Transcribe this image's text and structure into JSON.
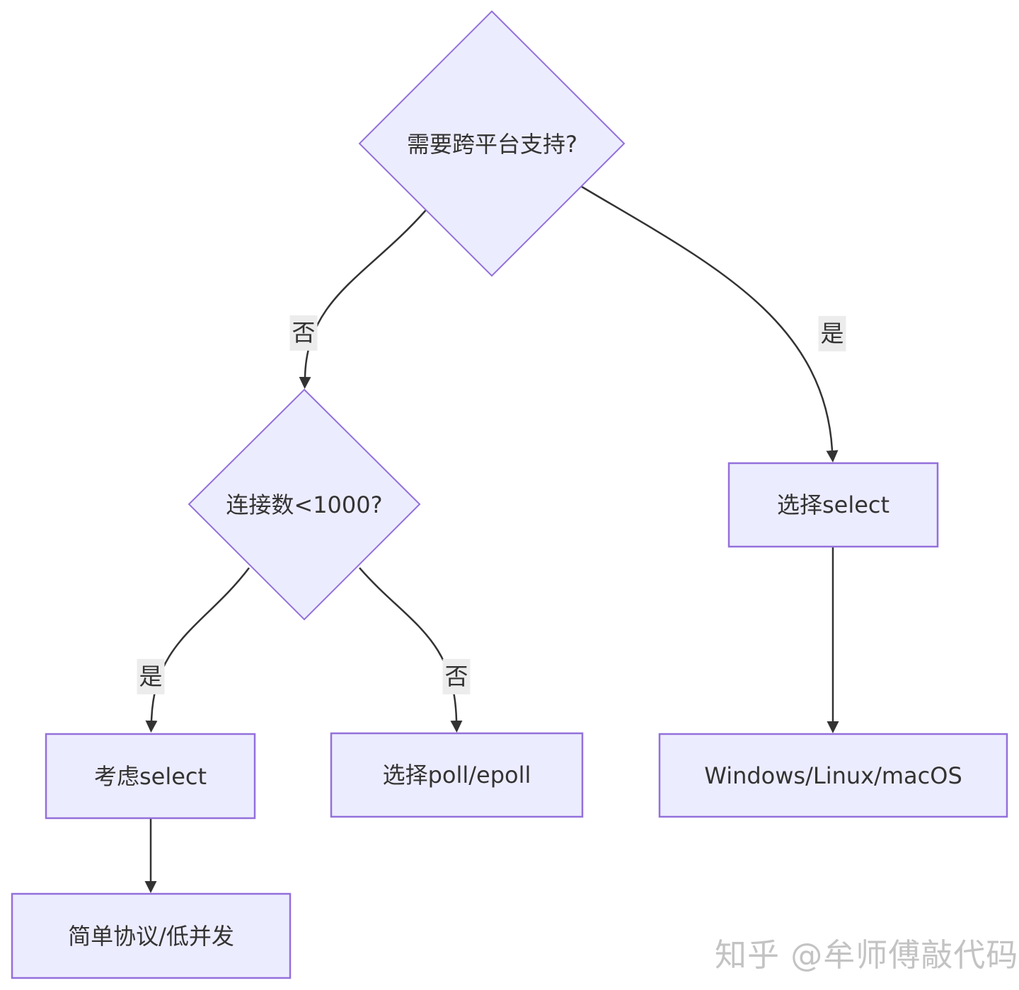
{
  "diagram": {
    "type": "flowchart",
    "colors": {
      "node_fill": "#ECECFF",
      "node_border": "#9370DB",
      "edge_color": "#333333",
      "text_color": "#333333",
      "edge_label_bg": "#ECECEC",
      "watermark_color": "#BDBDBD",
      "background": "#FFFFFF"
    },
    "nodes": {
      "decision_cross_platform": {
        "label": "需要跨平台支持?",
        "shape": "diamond"
      },
      "decision_connections": {
        "label": "连接数<1000?",
        "shape": "diamond"
      },
      "choose_select": {
        "label": "选择select",
        "shape": "rect"
      },
      "consider_select": {
        "label": "考虑select",
        "shape": "rect"
      },
      "choose_poll_epoll": {
        "label": "选择poll/epoll",
        "shape": "rect"
      },
      "windows_linux_macos": {
        "label": "Windows/Linux/macOS",
        "shape": "rect"
      },
      "simple_protocol_low_concurrency": {
        "label": "简单协议/低并发",
        "shape": "rect"
      }
    },
    "edges": {
      "cross_platform_no": {
        "from": "decision_cross_platform",
        "to": "decision_connections",
        "label": "否"
      },
      "cross_platform_yes": {
        "from": "decision_cross_platform",
        "to": "choose_select",
        "label": "是"
      },
      "connections_yes": {
        "from": "decision_connections",
        "to": "consider_select",
        "label": "是"
      },
      "connections_no": {
        "from": "decision_connections",
        "to": "choose_poll_epoll",
        "label": "否"
      },
      "select_to_platforms": {
        "from": "choose_select",
        "to": "windows_linux_macos",
        "label": ""
      },
      "consider_to_simple": {
        "from": "consider_select",
        "to": "simple_protocol_low_concurrency",
        "label": ""
      }
    },
    "watermark": "知乎 @牟师傅敲代码"
  }
}
